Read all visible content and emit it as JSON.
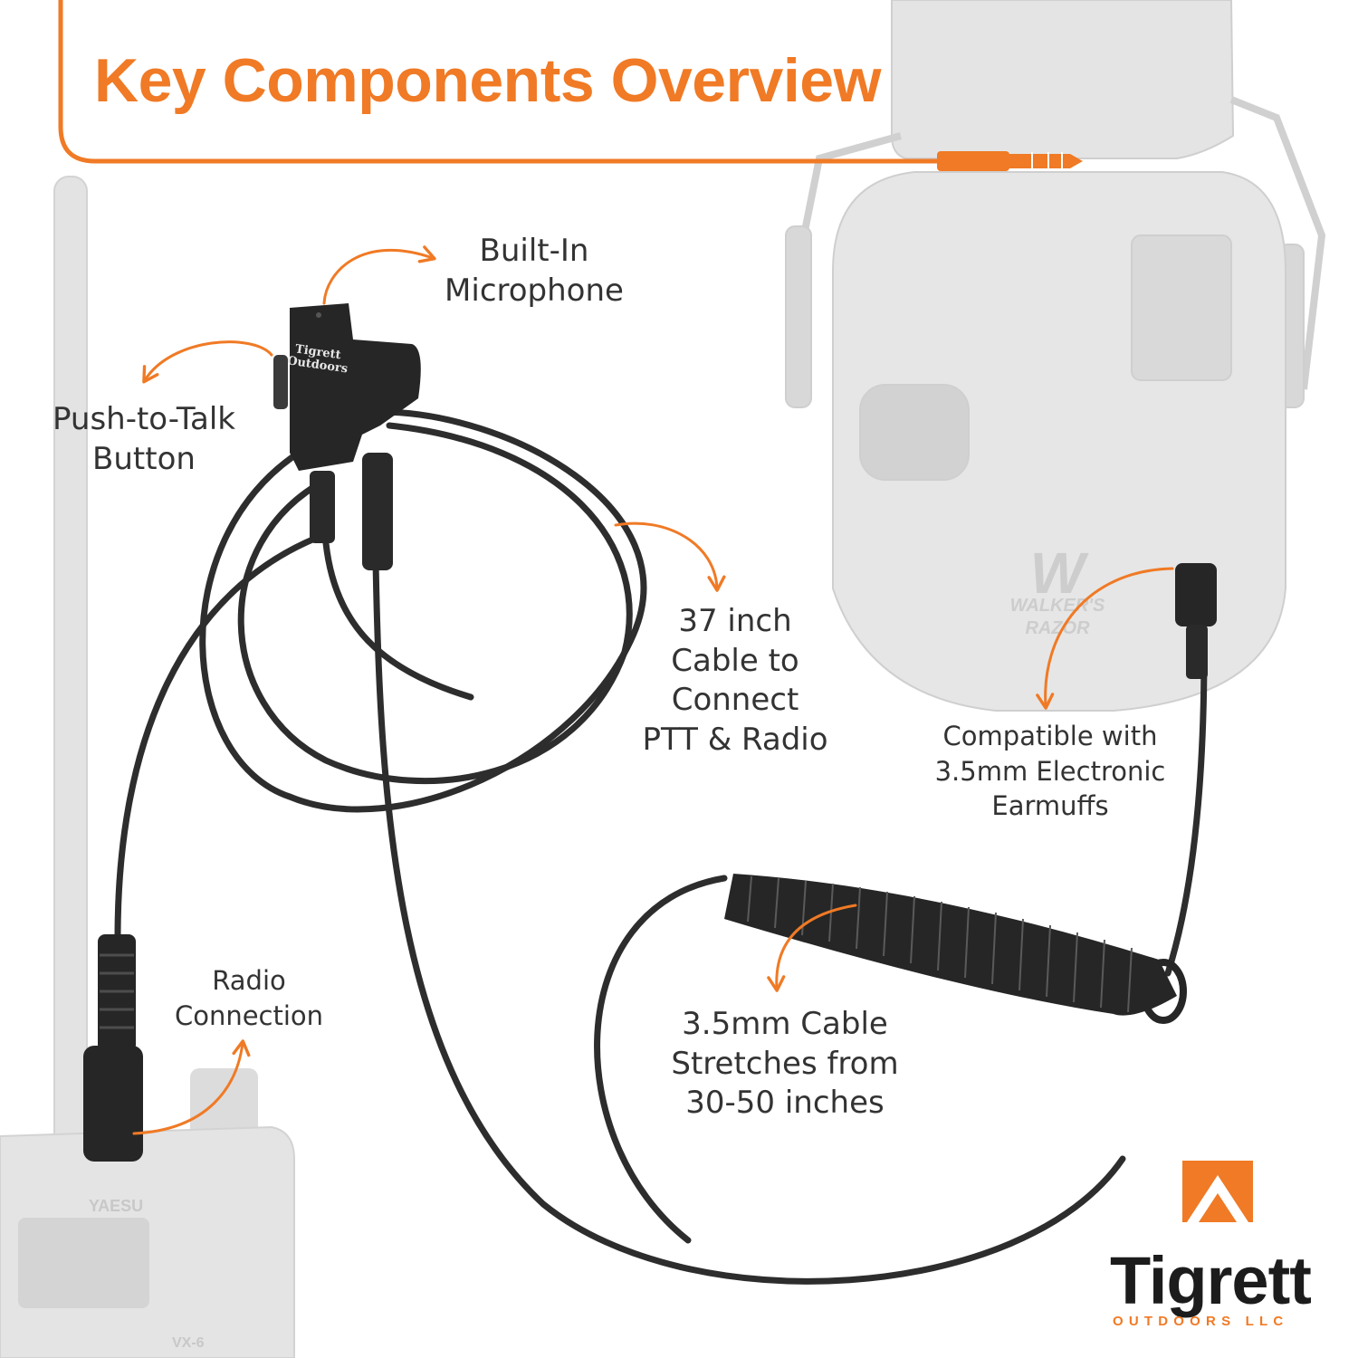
{
  "title": "Key Components Overview",
  "labels": {
    "microphone": [
      "Built-In",
      "Microphone"
    ],
    "ptt": [
      "Push-to-Talk",
      "Button"
    ],
    "cable37": [
      "37 inch",
      "Cable to",
      "Connect",
      "PTT & Radio"
    ],
    "earmuffs": [
      "Compatible with",
      "3.5mm Electronic",
      "Earmuffs"
    ],
    "radio": [
      "Radio",
      "Connection"
    ],
    "coil": [
      "3.5mm Cable",
      "Stretches from",
      "30-50 inches"
    ]
  },
  "device_text": {
    "ptt_brand": [
      "Tigrett",
      "Outdoors"
    ],
    "earmuff_brand": [
      "WALKER'S",
      "RAZOR"
    ],
    "radio_brand": "YAESU",
    "radio_model": "VX-6"
  },
  "logo": {
    "name": "Tigrett",
    "subtitle": "OUTDOORS LLC"
  },
  "colors": {
    "accent": "#f07a25",
    "text": "#333333",
    "cable": "#2d2d2d",
    "faded_product": "#dedede"
  },
  "icons": [
    "arrow-icon",
    "mountain-logo-icon"
  ]
}
